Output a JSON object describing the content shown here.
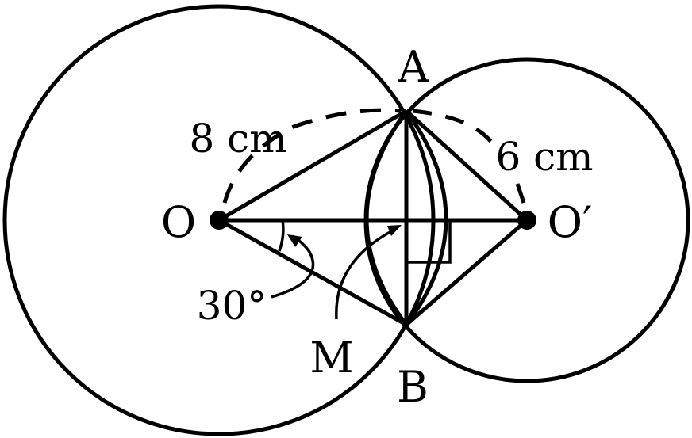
{
  "points": {
    "A": "A",
    "B": "B",
    "O": "O",
    "O_prime": "O′",
    "M": "M"
  },
  "labels": {
    "radius_O": "8 cm",
    "radius_O_prime": "6 cm",
    "angle": "30°"
  },
  "colors": {
    "stroke": "#000000",
    "background": "#ffffff"
  }
}
